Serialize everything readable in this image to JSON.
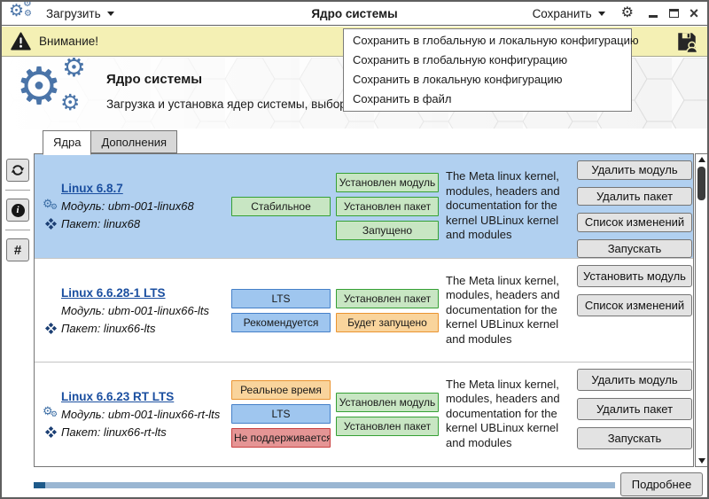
{
  "icons": {
    "gear": "⚙",
    "close": "×",
    "hash": "#",
    "info": "i"
  },
  "titlebar": {
    "load": "Загрузить",
    "title": "Ядро системы",
    "save": "Сохранить"
  },
  "warning": {
    "label": "Внимание!"
  },
  "save_menu": {
    "items": [
      "Сохранить в глобальную и локальную конфигурацию",
      "Сохранить в глобальную конфигурацию",
      "Сохранить в локальную конфигурацию",
      "Сохранить в файл"
    ]
  },
  "header": {
    "title": "Ядро системы",
    "subtitle": "Загрузка и установка ядер системы, выбор ядра для загрузки по умолчанию"
  },
  "tabs": {
    "kernels": "Ядра",
    "addons": "Дополнения"
  },
  "kernels": [
    {
      "name": "Linux 6.8.7",
      "module": "Модуль: ubm-001-linux68",
      "package": "Пакет: linux68",
      "selected": true,
      "tags": [
        {
          "label": "Стабильное",
          "color": "green"
        }
      ],
      "statuses": [
        {
          "label": "Установлен модуль",
          "color": "green"
        },
        {
          "label": "Установлен пакет",
          "color": "green"
        },
        {
          "label": "Запущено",
          "color": "green"
        }
      ],
      "description": "The Meta linux kernel, modules, headers and documentation for the kernel UBLinux kernel and modules",
      "actions": [
        "Удалить модуль",
        "Удалить пакет",
        "Список изменений",
        "Запускать"
      ]
    },
    {
      "name": "Linux 6.6.28-1 LTS",
      "module": "Модуль: ubm-001-linux66-lts",
      "package": "Пакет: linux66-lts",
      "selected": false,
      "tags": [
        {
          "label": "LTS",
          "color": "blue"
        },
        {
          "label": "Рекомендуется",
          "color": "blue"
        }
      ],
      "statuses": [
        {
          "label": "Установлен пакет",
          "color": "green"
        },
        {
          "label": "Будет запущено",
          "color": "orange"
        }
      ],
      "description": "The Meta linux kernel, modules, headers and documentation for the kernel UBLinux kernel and modules",
      "actions": [
        "Установить модуль",
        "Список изменений"
      ]
    },
    {
      "name": "Linux 6.6.23 RT LTS",
      "module": "Модуль: ubm-001-linux66-rt-lts",
      "package": "Пакет: linux66-rt-lts",
      "selected": false,
      "tags": [
        {
          "label": "Реальное время",
          "color": "orange"
        },
        {
          "label": "LTS",
          "color": "blue"
        },
        {
          "label": "Не поддерживается",
          "color": "red"
        }
      ],
      "statuses": [
        {
          "label": "Установлен модуль",
          "color": "green"
        },
        {
          "label": "Установлен пакет",
          "color": "green"
        }
      ],
      "description": "The Meta linux kernel, modules, headers and documentation for the kernel UBLinux kernel and modules",
      "actions": [
        "Удалить модуль",
        "Удалить пакет",
        "Запускать"
      ]
    }
  ],
  "footer": {
    "details": "Подробнее"
  },
  "colors": {
    "selected_row": "#b1d0f0",
    "warning_bg": "#f4f0b4",
    "accent_blue": "#4a74a8",
    "link_blue": "#1b4fa0",
    "badge_green": "#c8e6c3",
    "badge_blue": "#9fc6ef",
    "badge_orange": "#f9d49c",
    "badge_red": "#e59595",
    "progress_fill": "#1e5a8a",
    "progress_track": "#9ab6d2"
  }
}
